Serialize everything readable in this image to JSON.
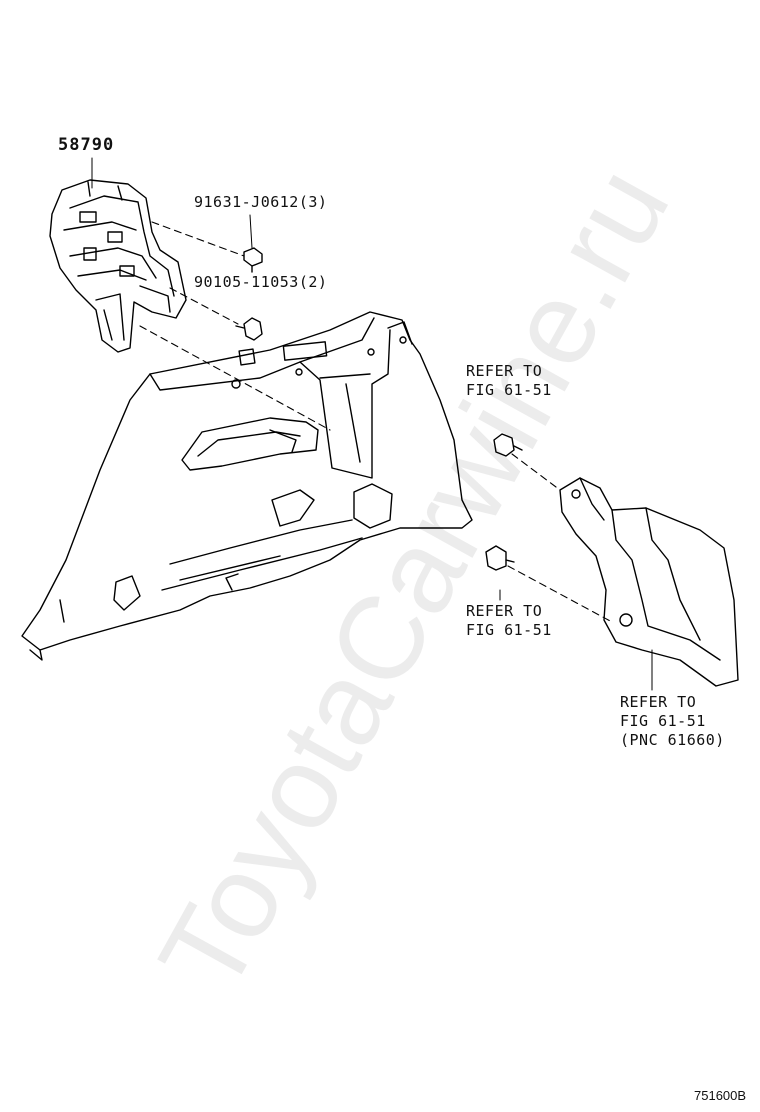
{
  "diagram": {
    "watermark": "ToyotaCarwine.ru",
    "part_main": "58790",
    "screw_1": "91631-J0612(3)",
    "screw_2": "90105-11053(2)",
    "refer_top_line1": "REFER TO",
    "refer_top_line2": "FIG 61-51",
    "refer_mid_line1": "REFER TO",
    "refer_mid_line2": "FIG 61-51",
    "refer_bottom_line1": "REFER TO",
    "refer_bottom_line2": "FIG 61-51",
    "refer_bottom_line3": "(PNC 61660)",
    "figure_code": "751600B"
  }
}
